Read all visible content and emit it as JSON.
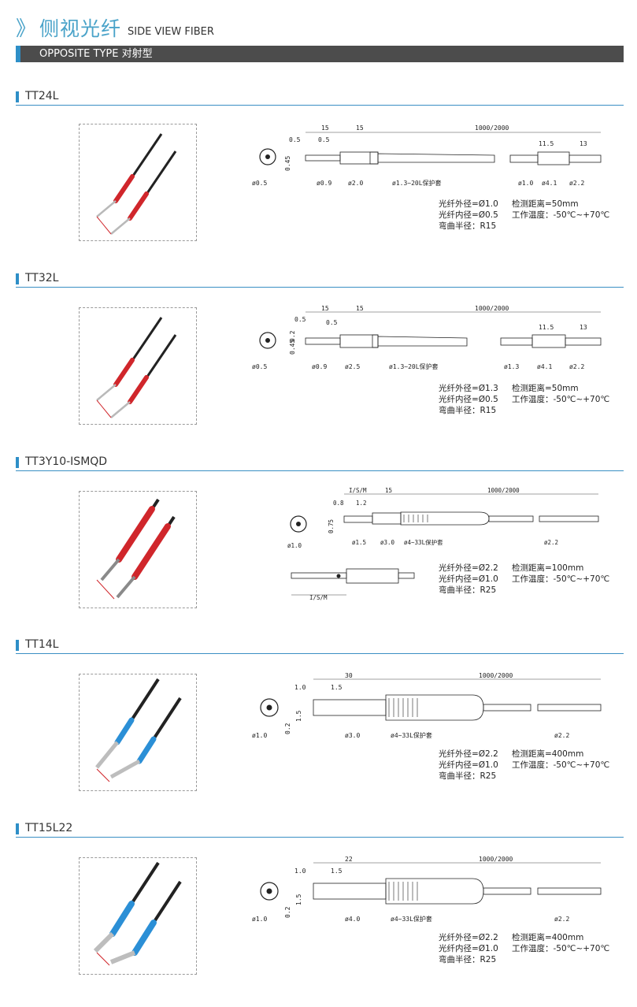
{
  "header": {
    "arrow": "》",
    "title_cn": "侧视光纤",
    "title_en": "SIDE VIEW FIBER"
  },
  "category_bar": "OPPOSITE TYPE 对射型",
  "colors": {
    "accent": "#4aa3c9",
    "bar": "#4c4c4c",
    "section_line": "#3a8fc4",
    "sleeve_red": "#d0262b",
    "sleeve_blue": "#2b8fd6"
  },
  "sections": [
    {
      "model": "TT24L",
      "sleeve": "red",
      "dims": {
        "top": [
          "15",
          "15",
          "1000/2000"
        ],
        "small": [
          "0.5",
          "0.5"
        ],
        "left": "0.45",
        "end": [
          "11.5",
          "13"
        ]
      },
      "labels": [
        "ø0.5",
        "ø0.9",
        "ø2.0",
        "ø1.3~20L保护套",
        "ø1.0",
        "ø4.1",
        "ø2.2"
      ],
      "specs": {
        "outer_dia": "光纤外径=Ø1.0",
        "inner_dia": "光纤内径=Ø0.5",
        "bend": "弯曲半径：R15",
        "distance": "检测距离=50mm",
        "temp": "工作温度：-50℃~+70℃"
      }
    },
    {
      "model": "TT32L",
      "sleeve": "red",
      "dims": {
        "top": [
          "15",
          "15",
          "1000/2000"
        ],
        "small": [
          "0.5",
          "0.5"
        ],
        "left": "0.45",
        "left2": "0.2",
        "end": [
          "11.5",
          "13"
        ]
      },
      "labels": [
        "ø0.5",
        "ø0.9",
        "ø2.5",
        "ø1.3~20L保护套",
        "ø1.3",
        "ø4.1",
        "ø2.2"
      ],
      "specs": {
        "outer_dia": "光纤外径=Ø1.3",
        "inner_dia": "光纤内径=Ø0.5",
        "bend": "弯曲半径：R15",
        "distance": "检测距离=50mm",
        "temp": "工作温度：-50℃~+70℃"
      }
    },
    {
      "model": "TT3Y10-ISMQD",
      "sleeve": "red",
      "dims": {
        "top": [
          "I/S/M",
          "15",
          "1000/2000"
        ],
        "small": [
          "0.8",
          "1.2"
        ],
        "left": "0.75",
        "bottom": "I/S/M"
      },
      "labels": [
        "ø1.0",
        "ø1.5",
        "ø3.0",
        "ø4~33L保护套",
        "ø2.2"
      ],
      "specs": {
        "outer_dia": "光纤外径=Ø2.2",
        "inner_dia": "光纤内径=Ø1.0",
        "bend": "弯曲半径：R25",
        "distance": "检测距离=100mm",
        "temp": "工作温度：-50℃~+70℃"
      }
    },
    {
      "model": "TT14L",
      "sleeve": "blue",
      "dims": {
        "top": [
          "30",
          "1000/2000"
        ],
        "small": [
          "1.0",
          "1.5"
        ],
        "left": "1.5",
        "left2": "0.2"
      },
      "labels": [
        "ø1.0",
        "ø3.0",
        "ø4~33L保护套",
        "ø2.2"
      ],
      "specs": {
        "outer_dia": "光纤外径=Ø2.2",
        "inner_dia": "光纤内径=Ø1.0",
        "bend": "弯曲半径：R25",
        "distance": "检测距离=400mm",
        "temp": "工作温度：-50℃~+70℃"
      }
    },
    {
      "model": "TT15L22",
      "sleeve": "blue",
      "dims": {
        "top": [
          "22",
          "1000/2000"
        ],
        "small": [
          "1.0",
          "1.5"
        ],
        "left": "1.5",
        "left2": "0.2"
      },
      "labels": [
        "ø1.0",
        "ø4.0",
        "ø4~33L保护套",
        "ø2.2"
      ],
      "specs": {
        "outer_dia": "光纤外径=Ø2.2",
        "inner_dia": "光纤内径=Ø1.0",
        "bend": "弯曲半径：R25",
        "distance": "检测距离=400mm",
        "temp": "工作温度：-50℃~+70℃"
      }
    }
  ]
}
